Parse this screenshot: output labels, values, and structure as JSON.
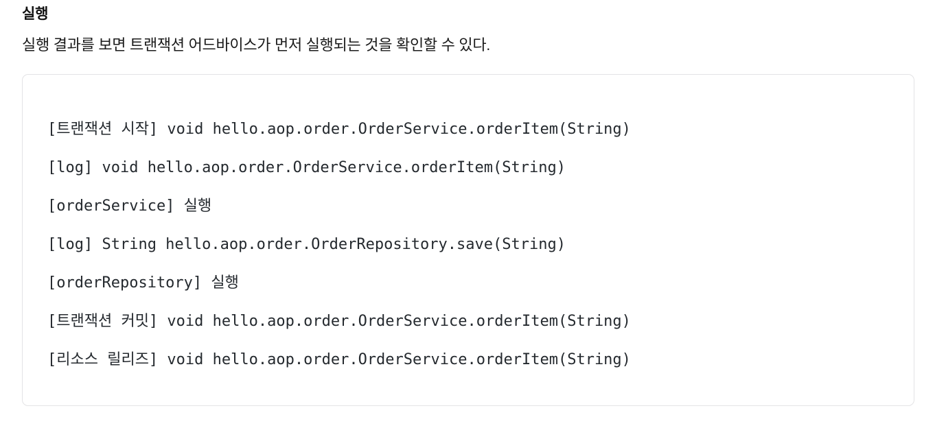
{
  "section": {
    "heading": "실행",
    "paragraph": "실행 결과를 보면 트랜잭션 어드바이스가 먼저 실행되는 것을 확인할 수 있다."
  },
  "code_block": {
    "language": "text",
    "background_color": "#ffffff",
    "border_color": "#e3e3e5",
    "text_color": "#24292e",
    "lines": [
      "[트랜잭션 시작] void hello.aop.order.OrderService.orderItem(String)",
      "[log] void hello.aop.order.OrderService.orderItem(String)",
      "[orderService] 실행",
      "[log] String hello.aop.order.OrderRepository.save(String)",
      "[orderRepository] 실행",
      "[트랜잭션 커밋] void hello.aop.order.OrderService.orderItem(String)",
      "[리소스 릴리즈] void hello.aop.order.OrderService.orderItem(String)"
    ]
  }
}
